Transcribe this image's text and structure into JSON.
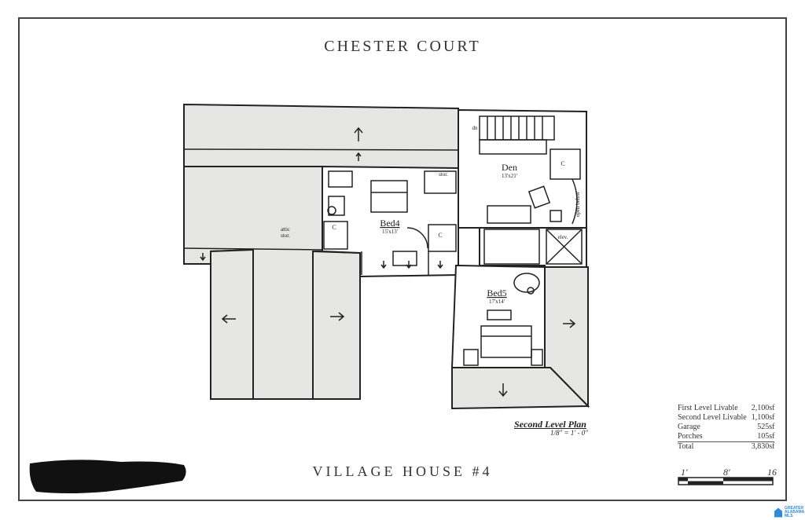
{
  "titles": {
    "top": "CHESTER COURT",
    "bottom": "VILLAGE HOUSE #4"
  },
  "rooms": {
    "den": {
      "name": "Den",
      "size": "13'x21'"
    },
    "bed4": {
      "name": "Bed4",
      "size": "15'x13'"
    },
    "bed5": {
      "name": "Bed5",
      "size": "17'x14'"
    },
    "closet": "C",
    "stor": "stor.",
    "attic_line1": "attic",
    "attic_line2": "stor.",
    "dn": "dn",
    "elev": "elev.",
    "open_below": "open below"
  },
  "plan_caption": {
    "title": "Second Level Plan",
    "scale": "1/8\" = 1' - 0\""
  },
  "area_table": [
    {
      "label": "First Level Livable",
      "value": "2,100sf"
    },
    {
      "label": "Second Level Livable",
      "value": "1,100sf"
    },
    {
      "label": "Garage",
      "value": "525sf"
    },
    {
      "label": "Porches",
      "value": "105sf"
    },
    {
      "label": "Total",
      "value": "3,830sf"
    }
  ],
  "scale_bar": {
    "labels": [
      "1'",
      "8'",
      "16"
    ]
  },
  "logo": {
    "text": "GREATER ALABAMA MLS",
    "color": "#2f8ad8"
  },
  "colors": {
    "roof_fill": "#e6e7e4",
    "line": "#222222"
  }
}
